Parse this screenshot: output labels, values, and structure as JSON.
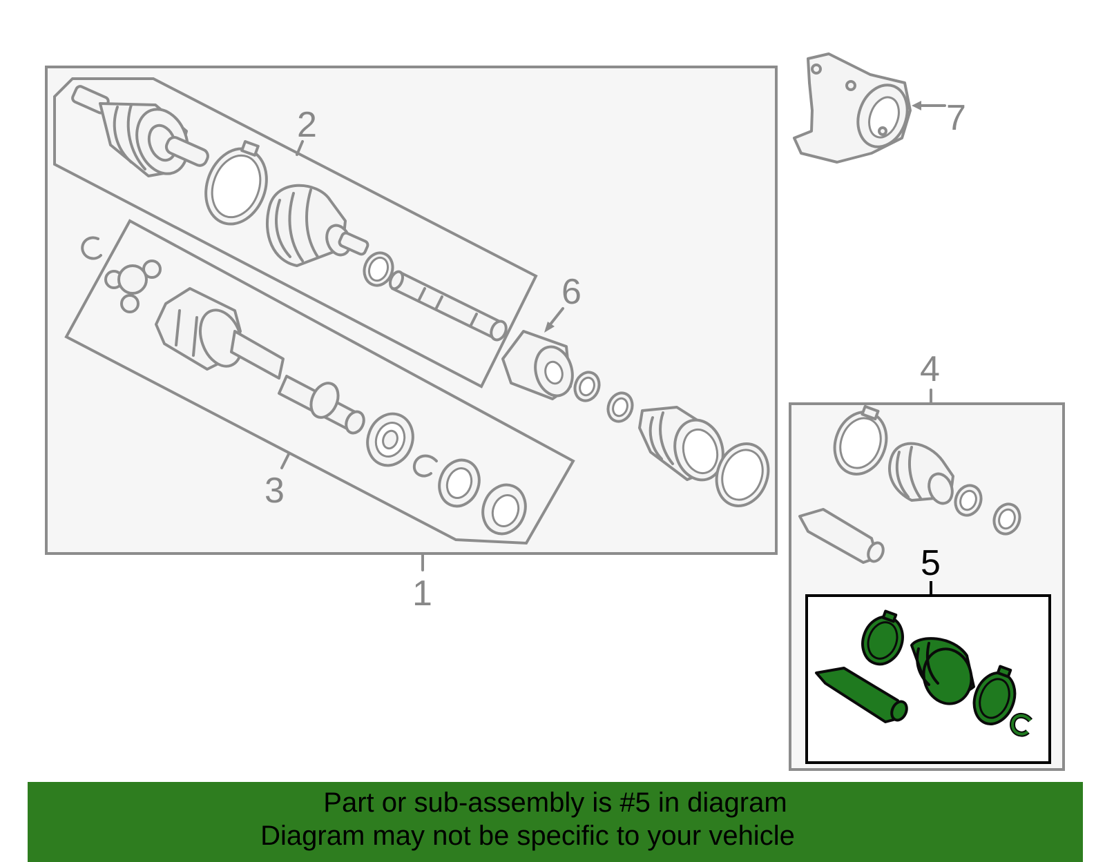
{
  "callouts": {
    "c1": "1",
    "c2": "2",
    "c3": "3",
    "c4": "4",
    "c5": "5",
    "c6": "6",
    "c7": "7"
  },
  "highlighted_callout": "5",
  "colors": {
    "highlight_fill": "#1f7a1f",
    "banner_bg": "#2e7d1f",
    "outline_gray": "#8c8c8c",
    "panel_bg": "#f4f4f4"
  },
  "banner": {
    "line1": "Part or sub-assembly is #5 in diagram",
    "line2": "Diagram may not be specific to your vehicle"
  }
}
